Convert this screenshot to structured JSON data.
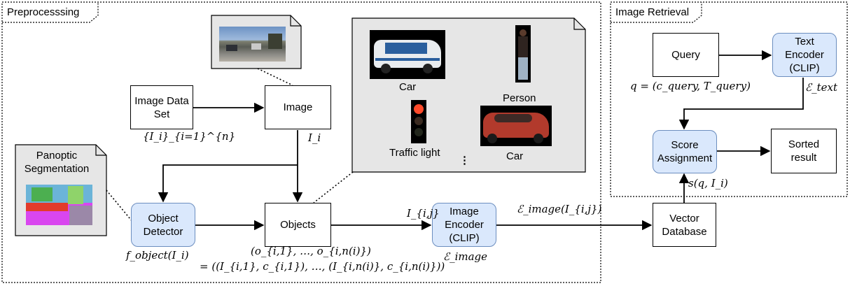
{
  "sections": {
    "preprocessing": "Preprocesssing",
    "retrieval": "Image Retrieval"
  },
  "nodes": {
    "image_data_set": "Image Data\nSet",
    "image": "Image",
    "objects": "Objects",
    "object_detector": "Object\nDetector",
    "image_encoder": "Image\nEncoder\n(CLIP)",
    "vector_database": "Vector\nDatabase",
    "query": "Query",
    "text_encoder": "Text\nEncoder\n(CLIP)",
    "score_assignment": "Score\nAssignment",
    "sorted_result": "Sorted\nresult"
  },
  "notes": {
    "panoptic": "Panoptic\nSegmentation"
  },
  "object_examples": {
    "car1": "Car",
    "person": "Person",
    "traffic_light": "Traffic light",
    "car2": "Car",
    "ellipsis": "⋮"
  },
  "math": {
    "dataset_set": "{I_i}_{i=1}^{n}",
    "image_var": "I_i",
    "detector_fn": "f_object(I_i)",
    "objects_tuple": "(o_{i,1}, …, o_{i,n(i)})",
    "objects_pairs": "= ((I_{i,1}, c_{i,1}), …, (I_{i,n(i)}, c_{i,n(i)}))",
    "object_crop": "I_{i,j}",
    "image_encoder_sym": "ℰ_image",
    "embedding": "ℰ_image(I_{i,j})",
    "query_def": "q = (c_query, T_query)",
    "text_encoder_sym": "ℰ_text",
    "score": "s(q, I_i)"
  },
  "colors": {
    "blue_fill": "#dae8fc",
    "blue_stroke": "#6c8ebf",
    "note_fill": "#e6e6e6"
  }
}
